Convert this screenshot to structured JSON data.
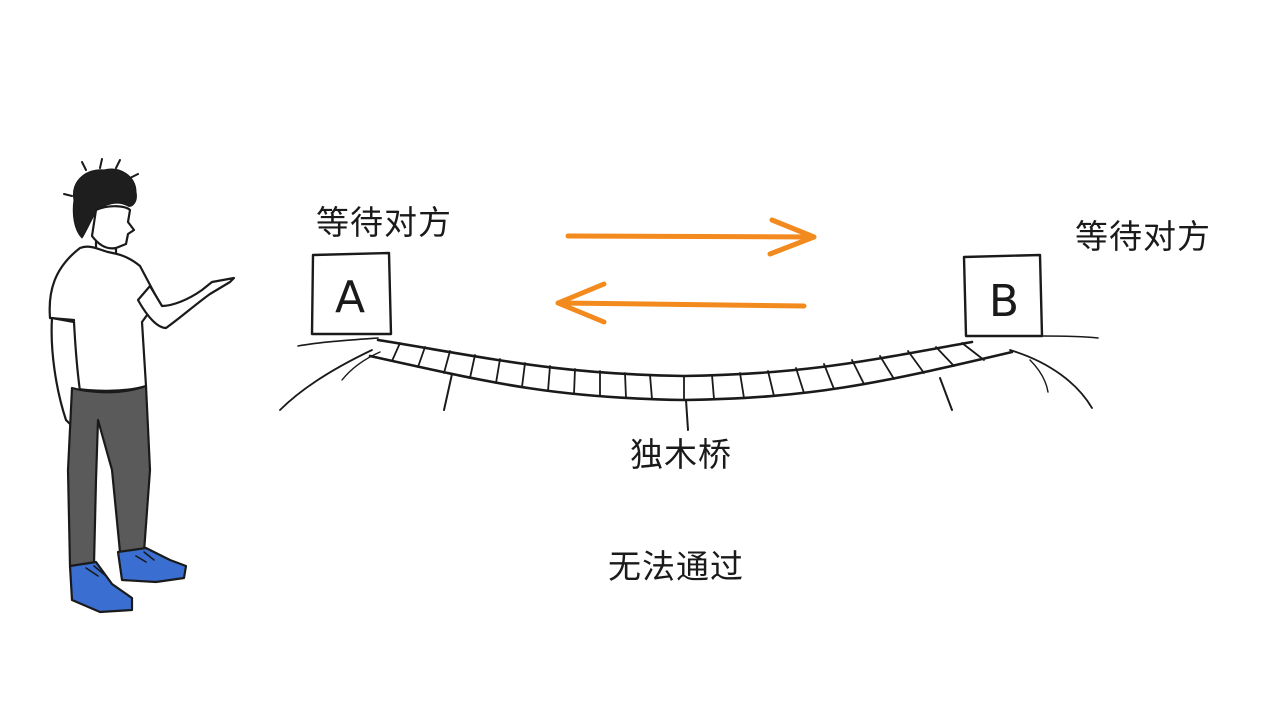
{
  "labels": {
    "wait_a": "等待对方",
    "wait_b": "等待对方",
    "bridge": "独木桥",
    "cannot_pass": "无法通过"
  },
  "boxes": {
    "a": "A",
    "b": "B"
  },
  "colors": {
    "arrow": "#f28a1e",
    "ink": "#1a1a1a",
    "shirt": "#ffffff",
    "pants": "#5a5a5a",
    "shoes": "#3a6fd1"
  },
  "icons": {
    "person": "person-pointing-icon",
    "arrow_right": "arrow-right-icon",
    "arrow_left": "arrow-left-icon"
  }
}
